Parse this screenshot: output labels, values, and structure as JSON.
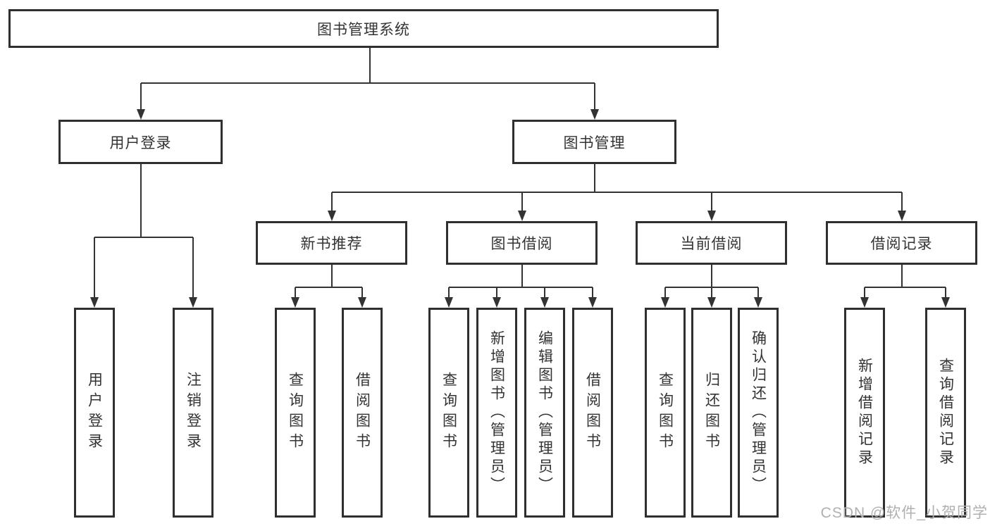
{
  "colors": {
    "background": "#ffffff",
    "box_border": "#2f2f2f",
    "box_fill": "#ffffff",
    "connector_line": "#333333",
    "text": "#333333",
    "watermark": "#b0b0b0"
  },
  "watermark": "CSDN @软件_小贺同学",
  "tree": {
    "label": "图书管理系统",
    "children": [
      {
        "label": "用户登录",
        "children": [
          {
            "label": "用户登录"
          },
          {
            "label": "注销登录"
          }
        ]
      },
      {
        "label": "图书管理",
        "children": [
          {
            "label": "新书推荐",
            "children": [
              {
                "label": "查询图书"
              },
              {
                "label": "借阅图书"
              }
            ]
          },
          {
            "label": "图书借阅",
            "children": [
              {
                "label": "查询图书"
              },
              {
                "label": "新增图书（管理员）"
              },
              {
                "label": "编辑图书（管理员）"
              },
              {
                "label": "借阅图书"
              }
            ]
          },
          {
            "label": "当前借阅",
            "children": [
              {
                "label": "查询图书"
              },
              {
                "label": "归还图书"
              },
              {
                "label": "确认归还（管理员）"
              }
            ]
          },
          {
            "label": "借阅记录",
            "children": [
              {
                "label": "新增借阅记录"
              },
              {
                "label": "查询借阅记录"
              }
            ]
          }
        ]
      }
    ]
  }
}
